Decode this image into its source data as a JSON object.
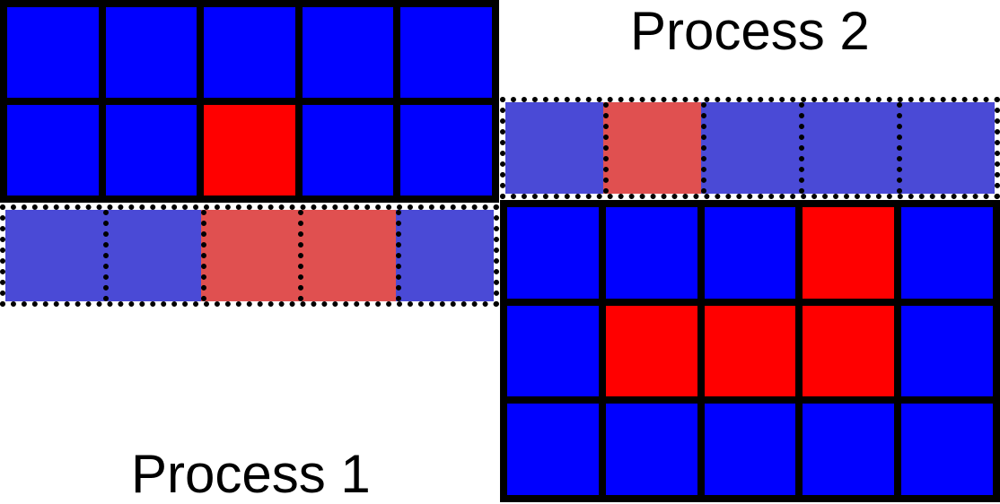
{
  "colors": {
    "owned_normal": "#0000ff",
    "owned_active": "#ff0000",
    "ghost_normal": "#4a4ad6",
    "ghost_active": "#e05050",
    "border": "#000000"
  },
  "process1": {
    "label": "Process 1",
    "owned_rows": [
      [
        "n",
        "n",
        "n",
        "n",
        "n"
      ],
      [
        "n",
        "n",
        "a",
        "n",
        "n"
      ]
    ],
    "ghost_row": [
      "n",
      "n",
      "a",
      "a",
      "n"
    ]
  },
  "process2": {
    "label": "Process 2",
    "ghost_row": [
      "n",
      "a",
      "n",
      "n",
      "n"
    ],
    "owned_rows": [
      [
        "n",
        "n",
        "n",
        "a",
        "n"
      ],
      [
        "n",
        "a",
        "a",
        "a",
        "n"
      ],
      [
        "n",
        "n",
        "n",
        "n",
        "n"
      ]
    ]
  }
}
